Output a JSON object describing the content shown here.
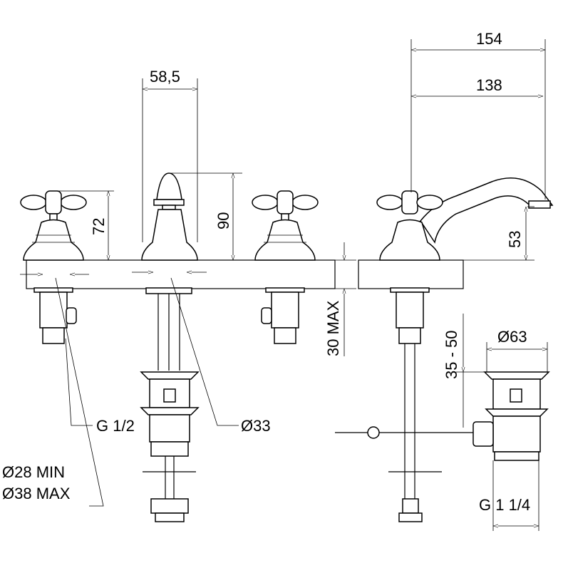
{
  "drawing": {
    "dimensions": {
      "spout_reach_total": "154",
      "spout_reach": "138",
      "spout_width": "58,5",
      "handle_height": "72",
      "spout_height": "90",
      "outlet_height": "53",
      "deck_thickness": "30 MAX",
      "waste_range": "35 - 50",
      "waste_diameter": "Ø63",
      "inlet_thread": "G 1/2",
      "spout_hole": "Ø33",
      "hole_min": "Ø28 MIN",
      "hole_max": "Ø38 MAX",
      "waste_thread": "G 1 1/4"
    }
  }
}
